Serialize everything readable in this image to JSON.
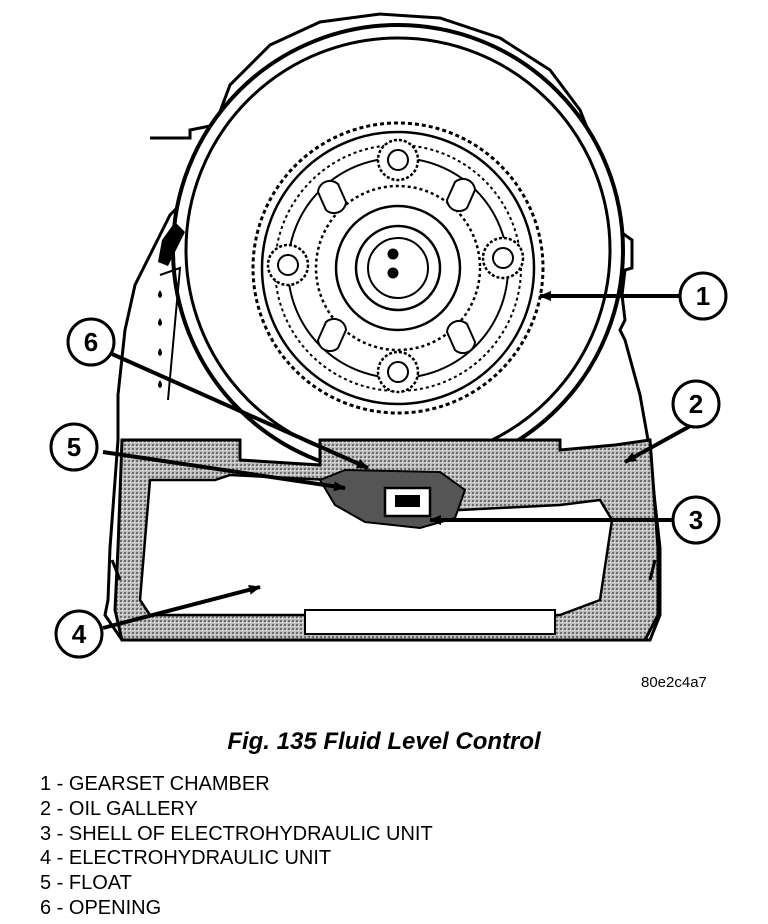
{
  "figure": {
    "code": "80e2c4a7",
    "title": "Fig. 135 Fluid Level Control"
  },
  "callouts": [
    "1",
    "2",
    "3",
    "4",
    "5",
    "6"
  ],
  "legend": [
    "1 - GEARSET CHAMBER",
    "2 - OIL GALLERY",
    "3 - SHELL OF ELECTROHYDRAULIC UNIT",
    "4 - ELECTROHYDRAULIC UNIT",
    "5 - FLOAT",
    "6 - OPENING"
  ]
}
